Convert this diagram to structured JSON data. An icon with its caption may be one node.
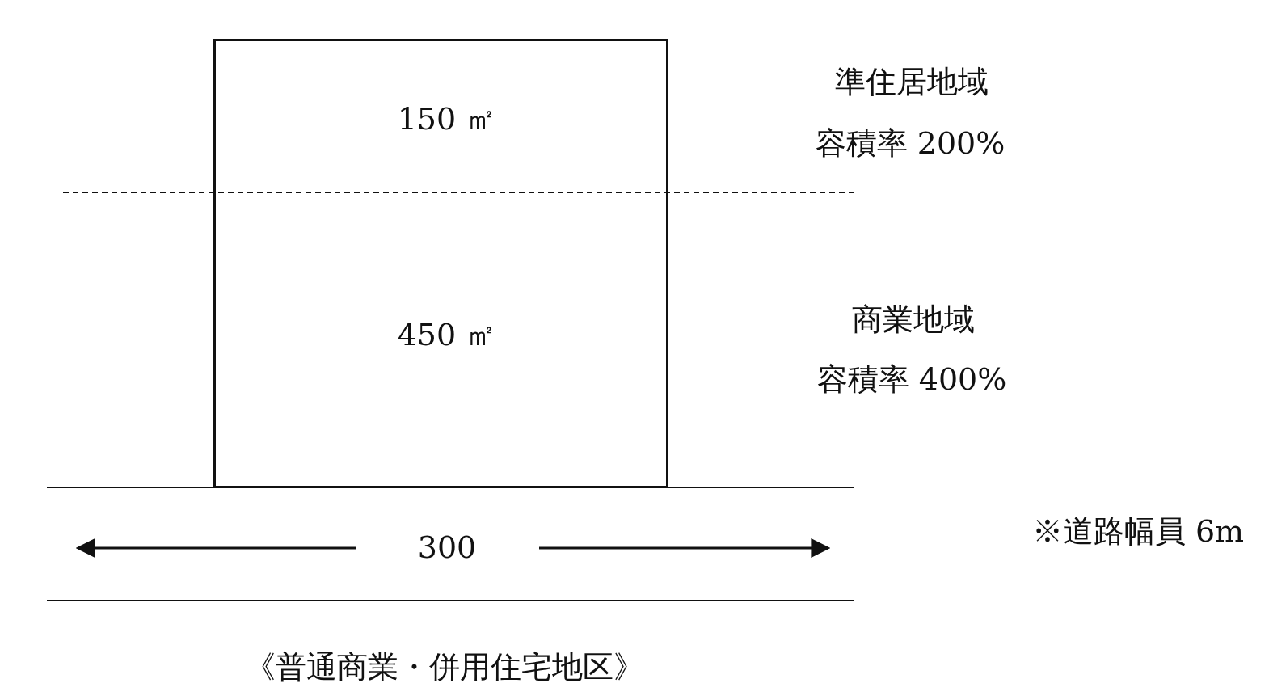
{
  "diagram": {
    "caption": "《普通商業・併用住宅地区》",
    "nodes": [
      {
        "text": [
          "150 ㎡",
          "450 ㎡"
        ]
      },
      {
        "text": [
          "300"
        ]
      }
    ],
    "labels": [
      "準住居地域",
      "容積率 200%",
      "商業地域",
      "容積率 400%",
      "※道路幅員 6m"
    ]
  }
}
